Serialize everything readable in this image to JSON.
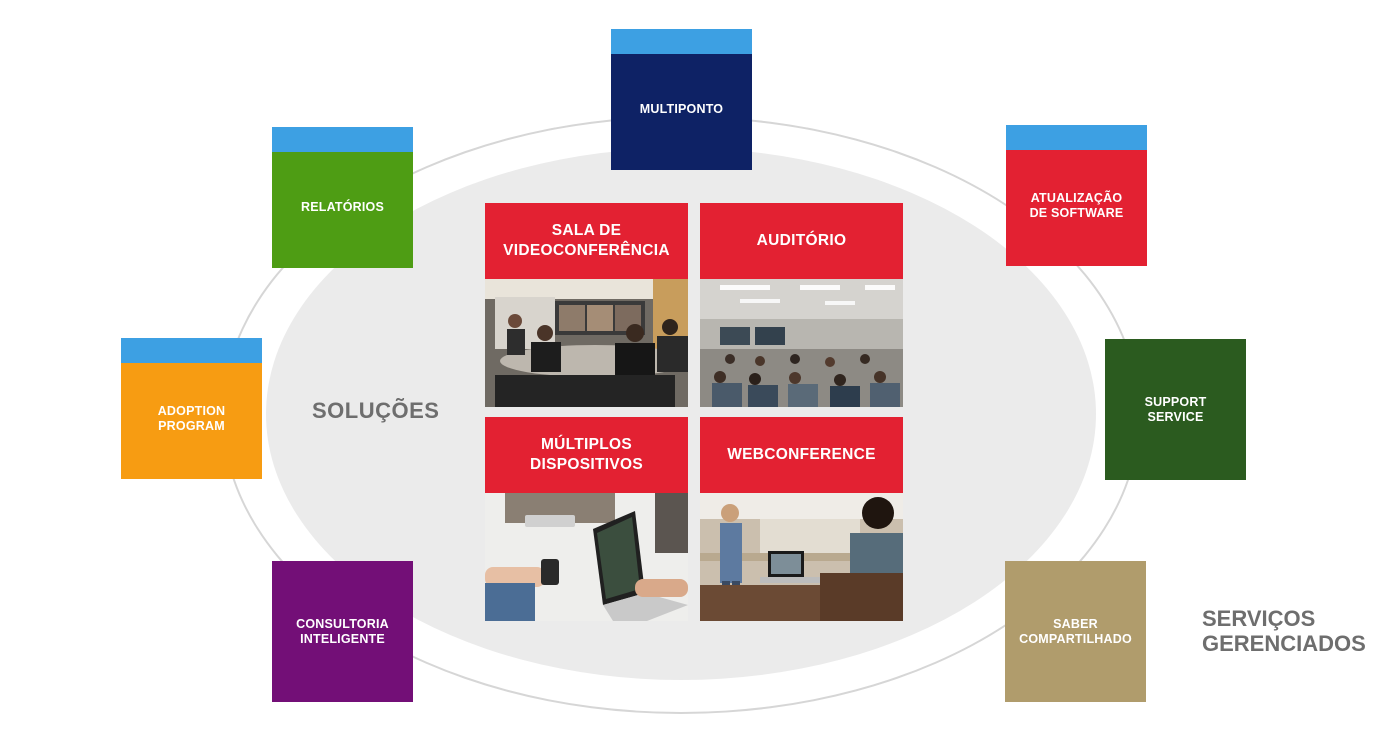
{
  "center": {
    "label": "SOLUÇÕES",
    "tiles": [
      {
        "id": "sala",
        "lines": [
          "SALA DE",
          "VIDEOCONFERÊNCIA"
        ],
        "photo_icon": "videoconference-room-photo"
      },
      {
        "id": "auditorio",
        "lines": [
          "AUDITÓRIO"
        ],
        "photo_icon": "auditorium-photo"
      },
      {
        "id": "multiplos",
        "lines": [
          "MÚLTIPLOS",
          "DISPOSITIVOS"
        ],
        "photo_icon": "devices-photo"
      },
      {
        "id": "web",
        "lines": [
          "WEBCONFERENCE"
        ],
        "photo_icon": "webconference-photo"
      }
    ]
  },
  "outer_label": [
    "SERVIÇOS",
    "GERENCIADOS"
  ],
  "outer": [
    {
      "id": "multiponto",
      "lines": [
        "MULTIPONTO"
      ],
      "color": "#0e2265",
      "cap": true
    },
    {
      "id": "relatorios",
      "lines": [
        "RELATÓRIOS"
      ],
      "color": "#4e9d14",
      "cap": true
    },
    {
      "id": "atualizacao",
      "lines": [
        "ATUALIZAÇÃO",
        "DE SOFTWARE"
      ],
      "color": "#e32132",
      "cap": true
    },
    {
      "id": "adoption",
      "lines": [
        "ADOPTION",
        "PROGRAM"
      ],
      "color": "#f79c12",
      "cap": true
    },
    {
      "id": "support",
      "lines": [
        "SUPPORT",
        "SERVICE"
      ],
      "color": "#2b5b1f",
      "cap": false
    },
    {
      "id": "consultoria",
      "lines": [
        "CONSULTORIA",
        "INTELIGENTE"
      ],
      "color": "#730f77",
      "cap": false
    },
    {
      "id": "saber",
      "lines": [
        "SABER",
        "COMPARTILHADO"
      ],
      "color": "#b09c6c",
      "cap": false
    }
  ],
  "colors": {
    "solution_header": "#e32132",
    "tile_cap": "#3da0e3",
    "ring": "#d6d6d6",
    "core": "#ebebeb",
    "label_gray": "#6e6e6e"
  }
}
